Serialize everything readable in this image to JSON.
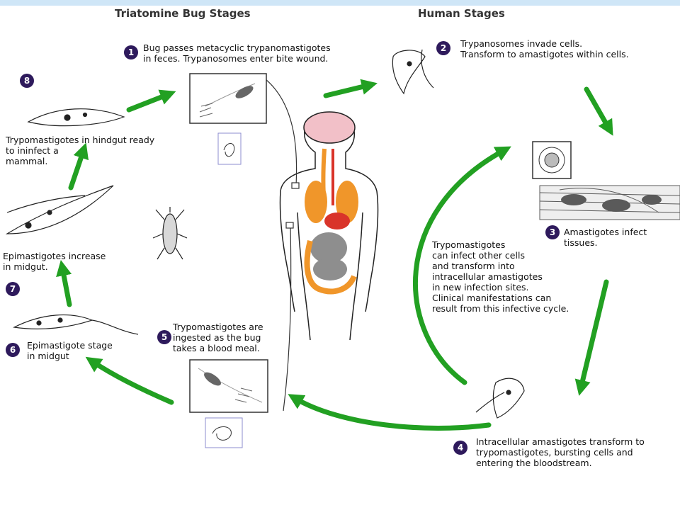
{
  "headers": {
    "bug_stages": "Triatomine Bug Stages",
    "human_stages": "Human Stages"
  },
  "stages": [
    {
      "num": "1",
      "text": "Bug passes metacyclic trypanomastigotes\nin feces. Trypanosomes enter bite wound."
    },
    {
      "num": "2",
      "text": "Trypanosomes invade cells.\nTransform to amastigotes within cells."
    },
    {
      "num": "3",
      "text": "Amastigotes infect\ntissues."
    },
    {
      "num": "4",
      "text": "Intracellular amastigotes transform to\ntrypomastigotes, bursting cells and\nentering the bloodstream."
    },
    {
      "num": "5",
      "text": "Trypomastigotes are\ningested as the bug\ntakes a blood meal."
    },
    {
      "num": "6",
      "text": "Epimastigote stage\nin midgut"
    },
    {
      "num": "7",
      "text": "Epimastigotes increase\nin midgut."
    },
    {
      "num": "8",
      "text": "Trypomastigotes in hindgut ready\nto ininfect a\nmammal."
    }
  ],
  "cycle_note": "Trypomastigotes\ncan infect other cells\nand transform into\nintracellular amastigotes\nin new infection sites.\nClinical manifestations can\nresult from this infective cycle.",
  "colors": {
    "arrow": "#22a022",
    "badge": "#2e1a5c",
    "brain": "#f2c0c8",
    "organ_orange": "#f0962a",
    "organ_red": "#d9342a",
    "organ_gray": "#8e8e8e",
    "tissue": "#5a5a5a"
  }
}
